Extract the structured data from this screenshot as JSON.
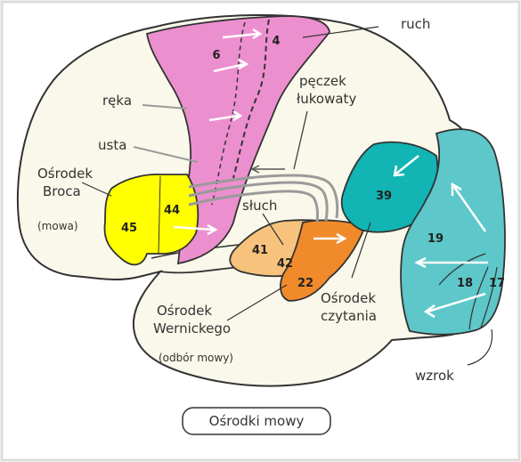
{
  "title": "Ośrodki mowy",
  "labels": {
    "ruch": "ruch",
    "reka": "ręka",
    "usta": "usta",
    "broca_1": "Ośrodek",
    "broca_2": "Broca",
    "broca_3": "(mowa)",
    "peczek_1": "pęczek",
    "peczek_2": "łukowaty",
    "sluch": "słuch",
    "wernicke_1": "Ośrodek",
    "wernicke_2": "Wernickego",
    "wernicke_3": "(odbór mowy)",
    "czyt_1": "Ośrodek",
    "czyt_2": "czytania",
    "wzrok": "wzrok"
  },
  "areas": {
    "a4": "4",
    "a6": "6",
    "a44": "44",
    "a45": "45",
    "a41": "41",
    "a42": "42",
    "a22": "22",
    "a39": "39",
    "a19": "19",
    "a18": "18",
    "a17": "17"
  },
  "colors": {
    "motor": "#ec8fcf",
    "broca": "#ffff00",
    "auditory": "#f6c27c",
    "wernicke": "#f08a2a",
    "angular": "#12b4b4",
    "visual": "#5dc7c9",
    "brain": "#f9f8ea"
  }
}
